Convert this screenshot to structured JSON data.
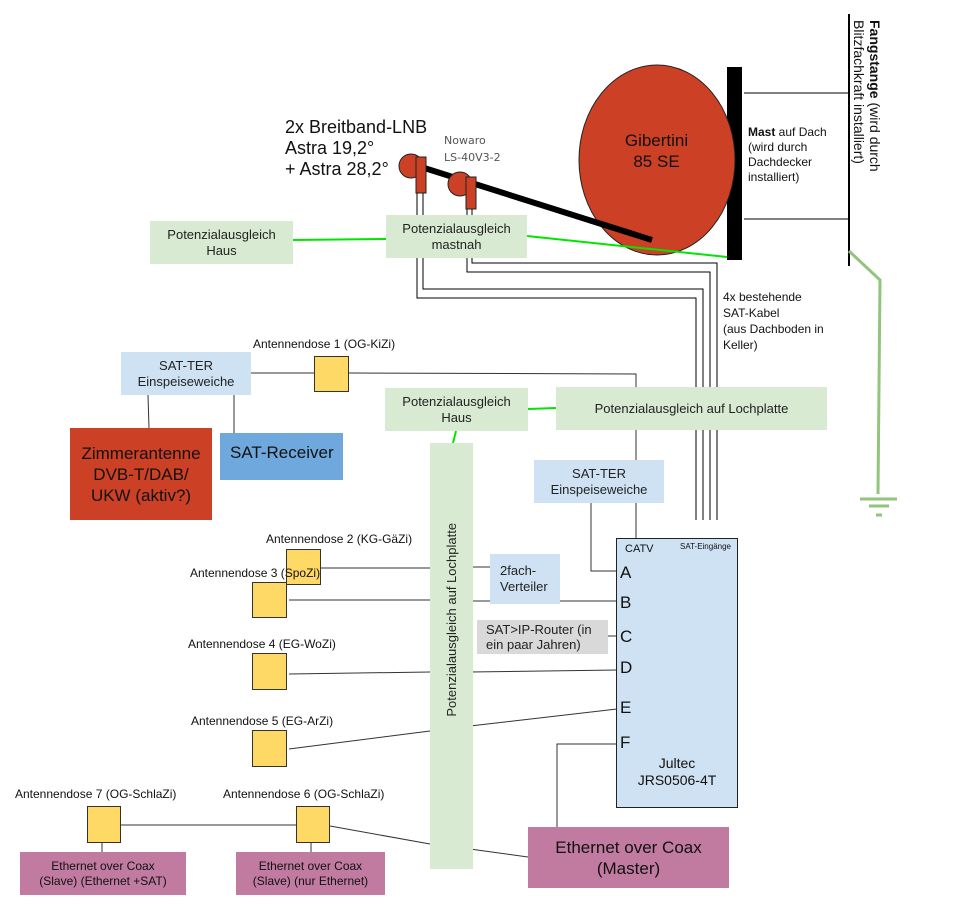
{
  "colors": {
    "dish": "#cc4125",
    "potential_box": "#d9ead3",
    "sat_box": "#cfe2f3",
    "receiver": "#6fa8dc",
    "socket": "#ffd966",
    "eoc": "#c27ba0",
    "router": "#d9d9d9",
    "ground_wire": "#00e600",
    "earth_wire": "#93c47d"
  },
  "top": {
    "lnb_title": [
      "2x Breitband-LNB",
      "Astra 19,2°",
      "+ Astra 28,2°"
    ],
    "holder": [
      "Nowaro",
      "LS-40V3-2"
    ],
    "dish": [
      "Gibertini",
      "85 SE"
    ],
    "mast_bold": "Mast",
    "mast_rest": " auf Dach",
    "mast_lines": [
      "(wird durch",
      "Dachdecker",
      "installiert)"
    ],
    "lightning_bold": "Fangstange",
    "lightning_rest": " (wird durch",
    "lightning_line2": "Blitzfachkraft installiert)"
  },
  "potential": {
    "house_top": [
      "Potenzialausgleich",
      "Haus"
    ],
    "mast": [
      "Potenzialausgleich",
      "mastnah"
    ],
    "house_mid": [
      "Potenzialausgleich",
      "Haus"
    ],
    "lochplatte": "Potenzialausgleich auf Lochplatte",
    "lochplatte_vertical": "Potenzialausgleich auf Lochplatte"
  },
  "cables_note": [
    "4x bestehende",
    "SAT-Kabel",
    "(aus Dachboden in",
    "Keller)"
  ],
  "left": {
    "einspeise": [
      "SAT-TER",
      "Einspeiseweiche"
    ],
    "zimmerantenne": [
      "Zimmerantenne",
      "DVB-T/DAB/",
      "UKW (aktiv?)"
    ],
    "receiver": "SAT-Receiver"
  },
  "center": {
    "einspeise": [
      "SAT-TER",
      "Einspeiseweiche"
    ],
    "splitter": [
      "2fach-",
      "Verteiler"
    ],
    "router": [
      "SAT>IP-Router (in",
      "ein paar Jahren)"
    ]
  },
  "multiswitch": {
    "catv": "CATV",
    "sat_inputs": "SAT-Eingänge",
    "ports": [
      "A",
      "B",
      "C",
      "D",
      "E",
      "F"
    ],
    "name": [
      "Jultec",
      "JRS0506-4T"
    ]
  },
  "sockets": [
    {
      "label": "Antennendose 1 (OG-KiZi)"
    },
    {
      "label": "Antennendose 2 (KG-GäZi)"
    },
    {
      "label": "Antennendose 3 (SpoZi)"
    },
    {
      "label": "Antennendose 4 (EG-WoZi)"
    },
    {
      "label": "Antennendose 5 (EG-ArZi)"
    },
    {
      "label": "Antennendose 6 (OG-SchlaZi)"
    },
    {
      "label": "Antennendose 7 (OG-SchlaZi)"
    }
  ],
  "eoc": {
    "slave7": [
      "Ethernet over Coax",
      "(Slave) (Ethernet +SAT)"
    ],
    "slave6": [
      "Ethernet over Coax",
      "(Slave) (nur Ethernet)"
    ],
    "master": [
      "Ethernet over Coax",
      "(Master)"
    ]
  }
}
